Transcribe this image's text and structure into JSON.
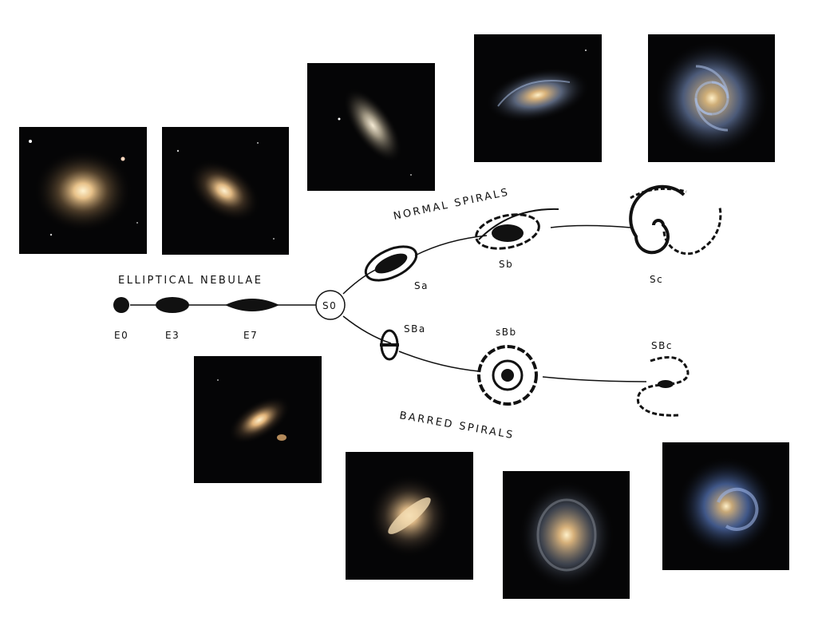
{
  "title_elliptical": "ELLIPTICAL NEBULAE",
  "title_normal": "NORMAL SPIRALS",
  "title_barred": "BARRED SPIRALS",
  "nodes": {
    "e0": "E0",
    "e3": "E3",
    "e7": "E7",
    "s0": "S0",
    "sa": "Sa",
    "sb": "Sb",
    "sc": "Sc",
    "sba": "SBa",
    "sbb": "sBb",
    "sbc": "SBc"
  },
  "photos": [
    {
      "id": "e0-photo",
      "kind": "elliptical",
      "color": "#e8c79a"
    },
    {
      "id": "e3-photo",
      "kind": "elliptical",
      "color": "#e6c394"
    },
    {
      "id": "e7-s0-photo",
      "kind": "disk",
      "color": "#d9c6a4"
    },
    {
      "id": "sa-photo",
      "kind": "spiral",
      "color": "#9fb0c8"
    },
    {
      "id": "sb-photo",
      "kind": "spiral",
      "color": "#8fa3c4"
    },
    {
      "id": "e7-photo",
      "kind": "elliptical",
      "color": "#e7c38f"
    },
    {
      "id": "sba-photo",
      "kind": "barred",
      "color": "#d7bc94"
    },
    {
      "id": "sbb-photo",
      "kind": "barred",
      "color": "#c8b48f"
    },
    {
      "id": "sbc-photo",
      "kind": "spiral",
      "color": "#7f97c6"
    }
  ]
}
